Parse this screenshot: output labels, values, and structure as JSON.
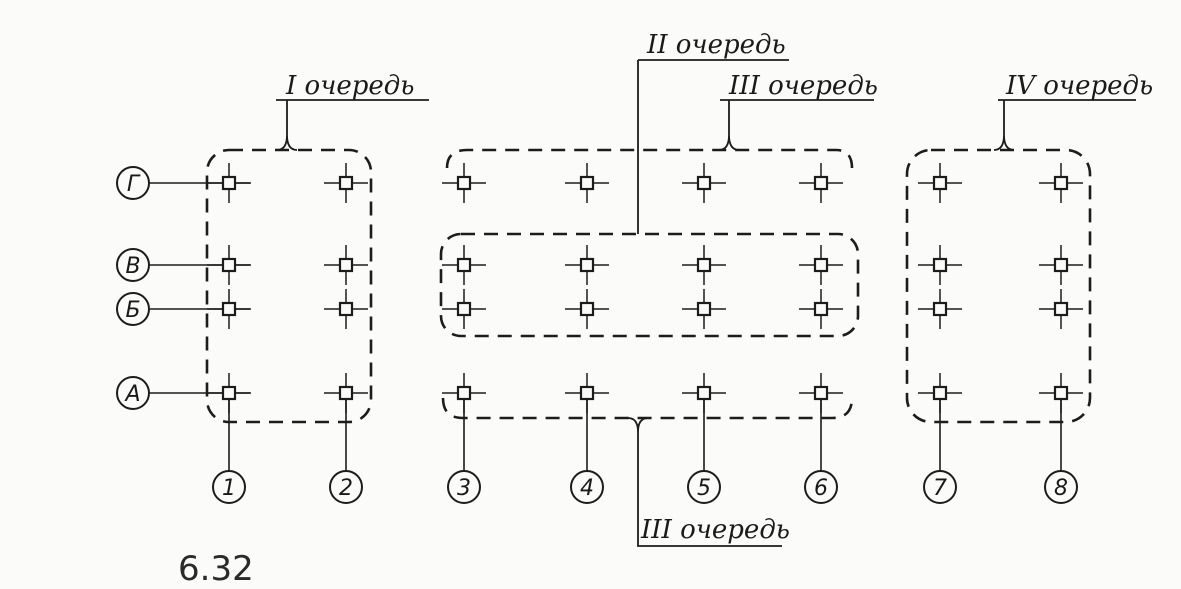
{
  "figure_number": "6.32",
  "row_axes": [
    {
      "label": "Г"
    },
    {
      "label": "В"
    },
    {
      "label": "Б"
    },
    {
      "label": "А"
    }
  ],
  "column_axes": [
    {
      "label": "1"
    },
    {
      "label": "2"
    },
    {
      "label": "3"
    },
    {
      "label": "4"
    },
    {
      "label": "5"
    },
    {
      "label": "6"
    },
    {
      "label": "7"
    },
    {
      "label": "8"
    }
  ],
  "stages": [
    {
      "label": "I очередь"
    },
    {
      "label": "II очередь"
    },
    {
      "label": "III очередь"
    },
    {
      "label": "IV очередь"
    },
    {
      "label": "III очередь"
    }
  ]
}
